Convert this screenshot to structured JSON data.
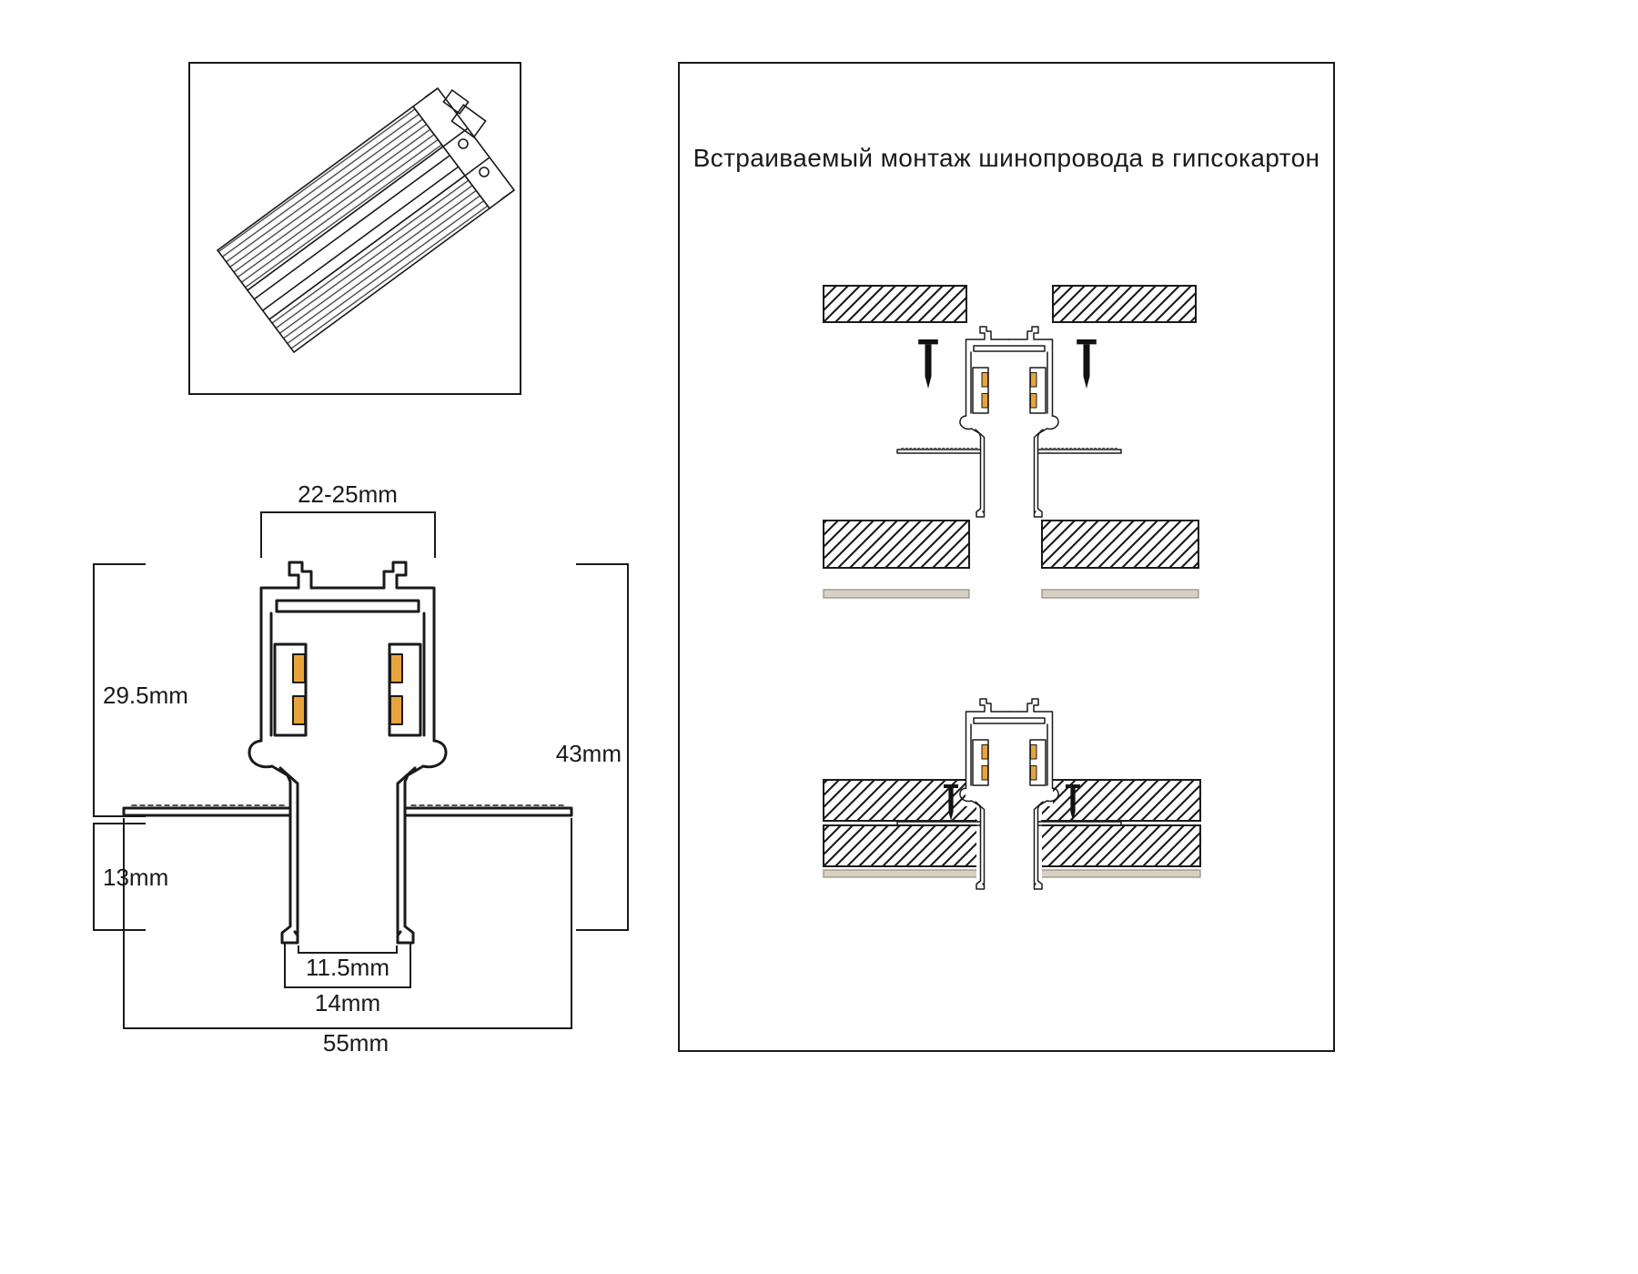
{
  "colors": {
    "line": "#1a1a1a",
    "accent": "#e8a43c",
    "drywall_sheet_face": "#d9d0c4"
  },
  "right_panel": {
    "title": "Встраиваемый монтаж шинопровода в гипсокартон"
  },
  "dimensions": {
    "top_width": "22-25mm",
    "body_height": "29.5mm",
    "total_height": "43mm",
    "drywall_depth": "13mm",
    "slot_width": "11.5mm",
    "stem_width": "14mm",
    "total_width": "55mm"
  }
}
